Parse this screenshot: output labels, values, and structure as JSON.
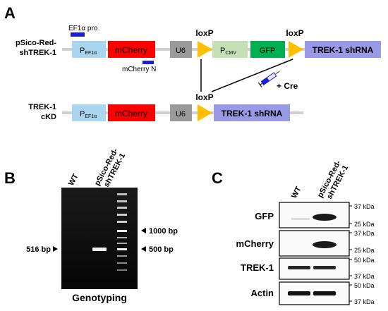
{
  "panel_labels": {
    "a": "A",
    "b": "B",
    "c": "C"
  },
  "construct_top": {
    "name_line1": "pSico-Red-",
    "name_line2": "shTREK-1",
    "ef1a_pro_label": "EF1α pro",
    "mcherry_n_label": "mCherry N",
    "promoter_main": "P",
    "promoter_sub": "EF1α",
    "mcherry": "mCherry",
    "u6": "U6",
    "loxp_1": "loxP",
    "pcmv_main": "P",
    "pcmv_sub": "CMV",
    "gfp": "GFP",
    "loxp_2": "loxP",
    "shrna": "TREK-1 shRNA"
  },
  "cre_label": "+ Cre",
  "construct_bottom": {
    "name_line1": "TREK-1",
    "name_line2": "cKD",
    "promoter_main": "P",
    "promoter_sub": "EF1α",
    "mcherry": "mCherry",
    "u6": "U6",
    "loxp": "loxP",
    "shrna": "TREK-1 shRNA"
  },
  "gel": {
    "lane_wt": "WT",
    "lane_psico_line1": "pSico-Red-",
    "lane_psico_line2": "shTREK-1",
    "band_left": "516 bp",
    "marker_1000": "1000 bp",
    "marker_500": "500 bp",
    "caption": "Genotyping"
  },
  "western": {
    "lane_wt": "WT",
    "lane_psico_line1": "pSico-Red-",
    "lane_psico_line2": "shTREK-1",
    "rows": [
      {
        "name": "GFP",
        "top_kda": "37 kDa",
        "bottom_kda": "25 kDa"
      },
      {
        "name": "mCherry",
        "top_kda": "37 kDa",
        "bottom_kda": "25 kDa"
      },
      {
        "name": "TREK-1",
        "top_kda": "50 kDa",
        "bottom_kda": "37 kDa"
      },
      {
        "name": "Actin",
        "top_kda": "50 kDa",
        "bottom_kda": "37 kDa"
      }
    ]
  },
  "colors": {
    "promoter": "#a9d6ee",
    "mcherry": "#ff0000",
    "u6": "#9a9a9a",
    "loxp": "#ffc000",
    "pcmv": "#c5e0b4",
    "gfp": "#00b050",
    "shrna": "#9999e6",
    "primer": "#1f1fd0",
    "backbone": "#d0d0d0"
  }
}
